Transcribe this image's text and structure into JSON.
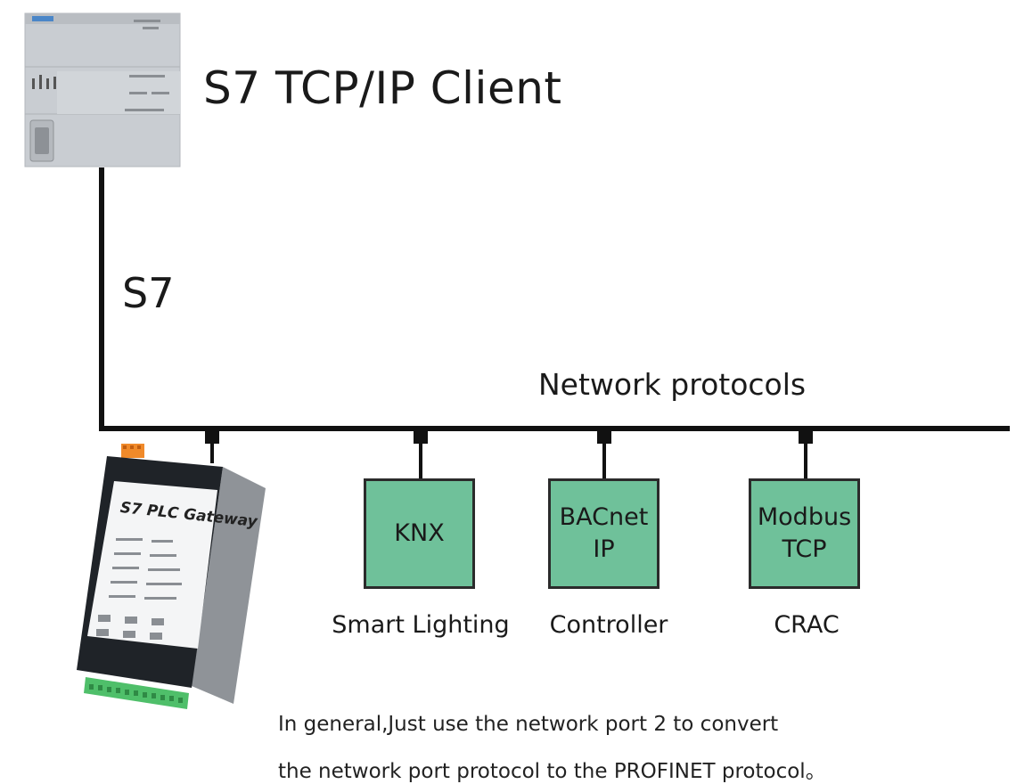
{
  "client": {
    "title": "S7 TCP/IP Client"
  },
  "link_label": "S7",
  "bus_label": "Network protocols",
  "gateway": {
    "title": "S7 PLC Gateway"
  },
  "devices": [
    {
      "line1": "KNX",
      "line2": "",
      "caption": "Smart Lighting"
    },
    {
      "line1": "BACnet",
      "line2": "IP",
      "caption": "Controller"
    },
    {
      "line1": "Modbus",
      "line2": "TCP",
      "caption": "CRAC"
    }
  ],
  "note": {
    "line1": "In general,Just use the network port 2 to convert",
    "line2": "the network port protocol to the PROFINET protocol。"
  },
  "colors": {
    "device_fill": "#6fc19a",
    "line": "#111111",
    "plc_body": "#c7cbd0",
    "terminal_green": "#4fbf6a",
    "terminal_orange": "#f08a2a"
  }
}
